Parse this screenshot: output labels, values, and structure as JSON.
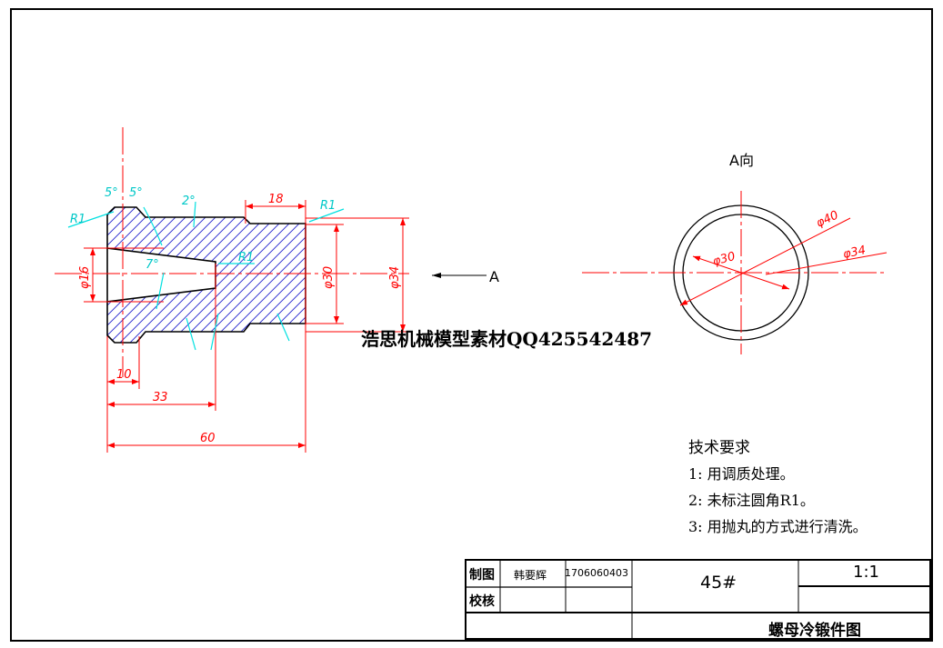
{
  "drawing": {
    "view_label": "A向",
    "view_arrow_label": "A",
    "section_dims": {
      "d16": "φ16",
      "d30": "φ30",
      "d34": "φ34",
      "l18": "18",
      "l10": "10",
      "l33": "33",
      "l60": "60",
      "r1a": "R1",
      "r1b": "R1",
      "r1c": "R1",
      "a5a": "5°",
      "a5b": "5°",
      "a7": "7°",
      "a2": "2°"
    },
    "end_dims": {
      "d40": "φ40",
      "d34": "φ34",
      "d30": "φ30"
    },
    "watermark": "浩思机械模型素材QQ425542487"
  },
  "tech_requirements": {
    "title": "技术要求",
    "items": [
      "1: 用调质处理。",
      "2: 未标注圆角R1。",
      "3: 用抛丸的方式进行清洗。"
    ]
  },
  "title_block": {
    "drawn_label": "制图",
    "drawn_by": "韩要辉",
    "drawn_id": "1706060403",
    "checked_label": "校核",
    "material": "45#",
    "scale": "1:1",
    "title": "螺母冷锻件图"
  },
  "colors": {
    "dimension": "#ff0000",
    "annotation": "#00e0e0",
    "hatch": "#0000cc",
    "outline": "#000000"
  }
}
